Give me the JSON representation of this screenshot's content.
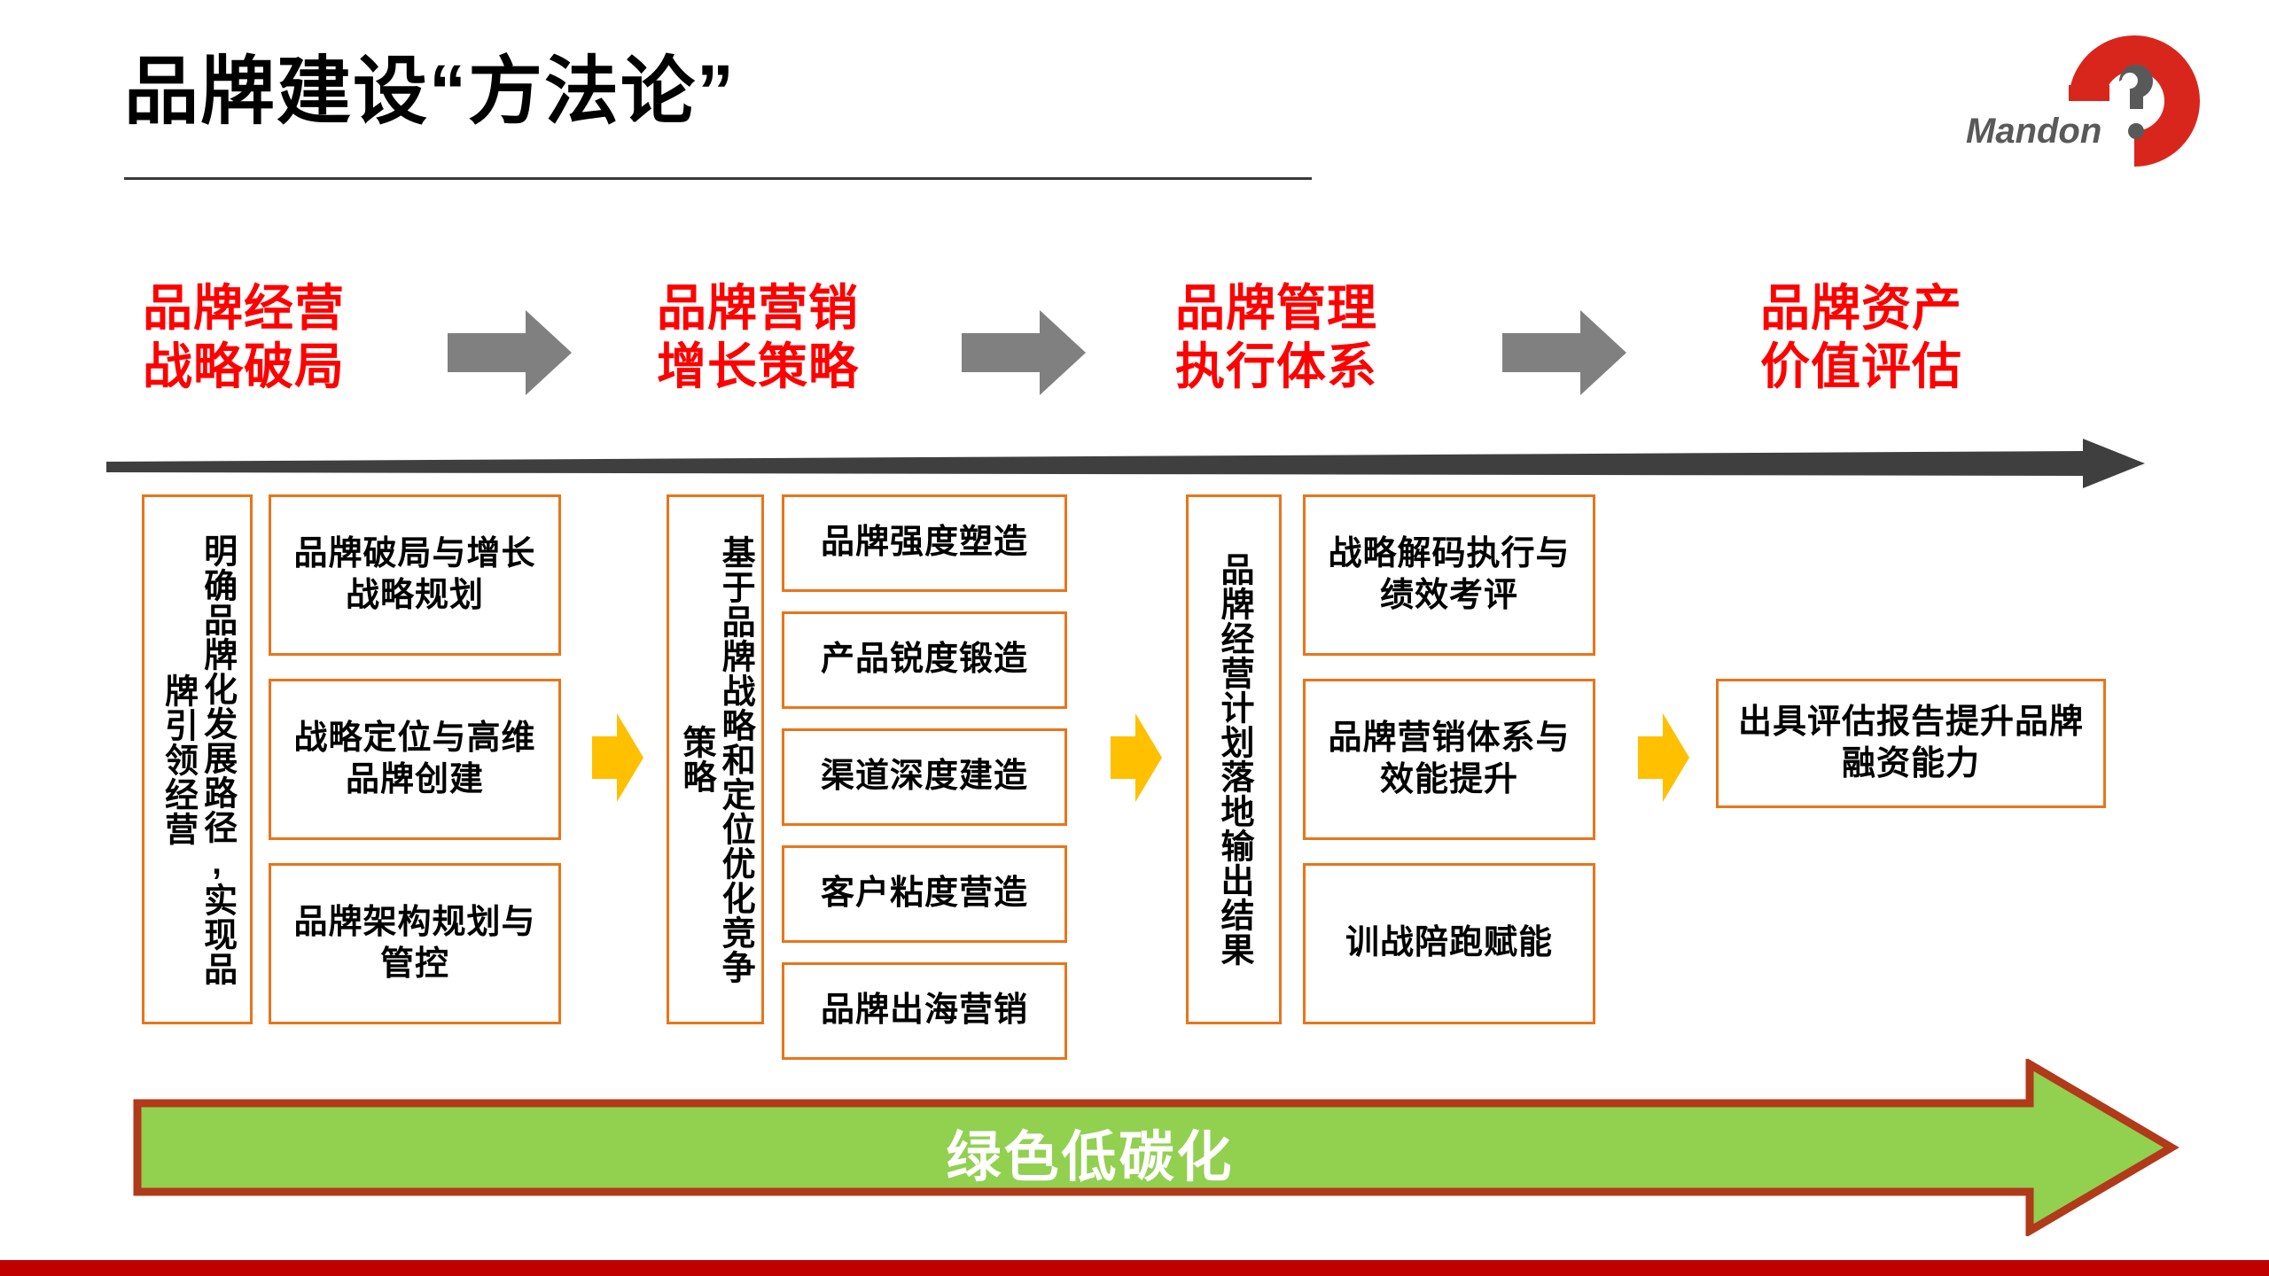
{
  "slide": {
    "title": "品牌建设“方法论”",
    "background_color": "#FFFFFF",
    "accent_red": "#FF0000",
    "box_border_color": "#E8751A",
    "arrow_yellow": "#FFC000",
    "arrow_gray": "#808080",
    "banner_green": "#92D050",
    "banner_border": "#C0392B",
    "bottom_bar_color": "#C00000"
  },
  "logo": {
    "wordmark": "Mandon",
    "mark_icon": "red-circle-question-mark-logo",
    "mark_color": "#D9261C",
    "question_color": "#595959"
  },
  "flow": {
    "connector_icon": "right-arrow-icon",
    "timeline_icon": "long-right-arrow-icon",
    "stages": [
      {
        "title_line1": "品牌经营",
        "title_line2": "战略破局",
        "summary": "明确品牌化发展路径,实现品牌引领经营",
        "items": [
          "品牌破局与增长战略规划",
          "战略定位与高维品牌创建",
          "品牌架构规划与管控"
        ]
      },
      {
        "title_line1": "品牌营销",
        "title_line2": "增长策略",
        "summary": "基于品牌战略和定位优化竞争策略",
        "items": [
          "品牌强度塑造",
          "产品锐度锻造",
          "渠道深度建造",
          "客户粘度营造",
          "品牌出海营销"
        ]
      },
      {
        "title_line1": "品牌管理",
        "title_line2": "执行体系",
        "summary": "品牌经营计划落地输出结果",
        "items": [
          "战略解码执行与绩效考评",
          "品牌营销体系与效能提升",
          "训战陪跑赋能"
        ]
      },
      {
        "title_line1": "品牌资产",
        "title_line2": "价值评估",
        "summary": "",
        "items": [
          "出具评估报告提升品牌融资能力"
        ]
      }
    ]
  },
  "banner": {
    "label": "绿色低碳化",
    "icon": "green-right-arrow-banner"
  }
}
